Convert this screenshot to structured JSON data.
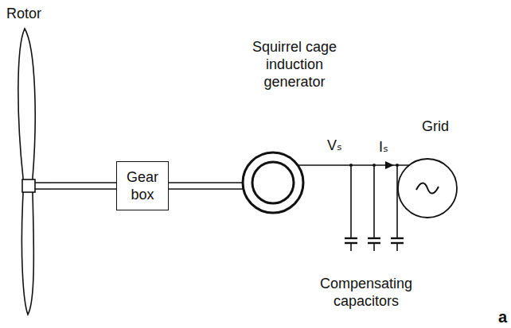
{
  "diagram": {
    "nodes": [
      {
        "text": [
          "Rotor"
        ]
      },
      {
        "text": [
          "Gear box"
        ]
      },
      {
        "text": [
          "Squirrel cage induction generator"
        ]
      },
      {
        "text": [
          "Grid"
        ]
      }
    ],
    "edges": [
      {
        "from": 0,
        "to": 1,
        "arrow": "none"
      },
      {
        "from": 1,
        "to": 2,
        "arrow": "none"
      },
      {
        "from": 2,
        "to": 3,
        "arrow": "none"
      }
    ],
    "labels": [
      "Vₛ",
      "Iₛ",
      "Compensating capacitors",
      "a"
    ]
  }
}
